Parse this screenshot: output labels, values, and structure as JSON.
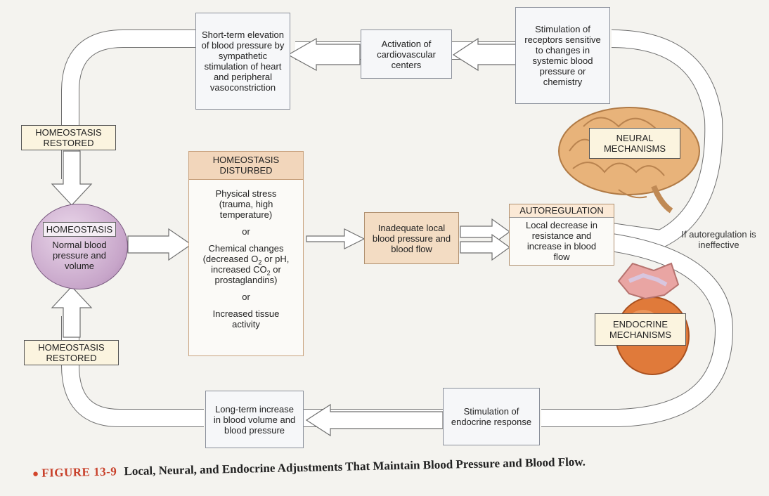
{
  "boxes": {
    "short_term": "Short-term elevation of blood pressure by sympathetic stimulation of heart and peripheral vasoconstriction",
    "activation": "Activation of cardiovascular centers",
    "stimulation_receptors": "Stimulation of receptors sensitive to changes in systemic blood pressure or chemistry",
    "inadequate": "Inadequate local blood pressure and blood flow",
    "long_term": "Long-term increase in blood volume and blood pressure",
    "stimulation_endocrine": "Stimulation of endocrine response"
  },
  "homeostasis": {
    "title": "HOMEOSTASIS",
    "body": "Normal blood pressure and volume"
  },
  "restored_top": "HOMEOSTASIS RESTORED",
  "restored_bottom": "HOMEOSTASIS RESTORED",
  "disturbed": {
    "title": "HOMEOSTASIS DISTURBED",
    "item1": "Physical stress (trauma, high temperature)",
    "or1": "or",
    "item2_a": "Chemical changes (decreased O",
    "item2_sub1": "2",
    "item2_b": " or pH, increased CO",
    "item2_sub2": "2",
    "item2_c": " or prostaglandins)",
    "or2": "or",
    "item3": "Increased tissue activity"
  },
  "autoregulation": {
    "title": "AUTOREGULATION",
    "body": "Local decrease in resistance and increase in blood flow"
  },
  "labels": {
    "neural": "NEURAL MECHANISMS",
    "endocrine": "ENDOCRINE MECHANISMS",
    "ineffective": "If autoregulation is ineffective"
  },
  "caption": {
    "figure": "FIGURE 13-9",
    "text": "Local, Neural, and Endocrine Adjustments That Maintain Blood Pressure and Blood Flow."
  },
  "colors": {
    "pathway_fill": "#ffffff",
    "pathway_stroke": "#6f6f6f",
    "brain": "#e8b37a",
    "gland": "#e07a3a",
    "homeostasis": "#c7a5c9"
  }
}
